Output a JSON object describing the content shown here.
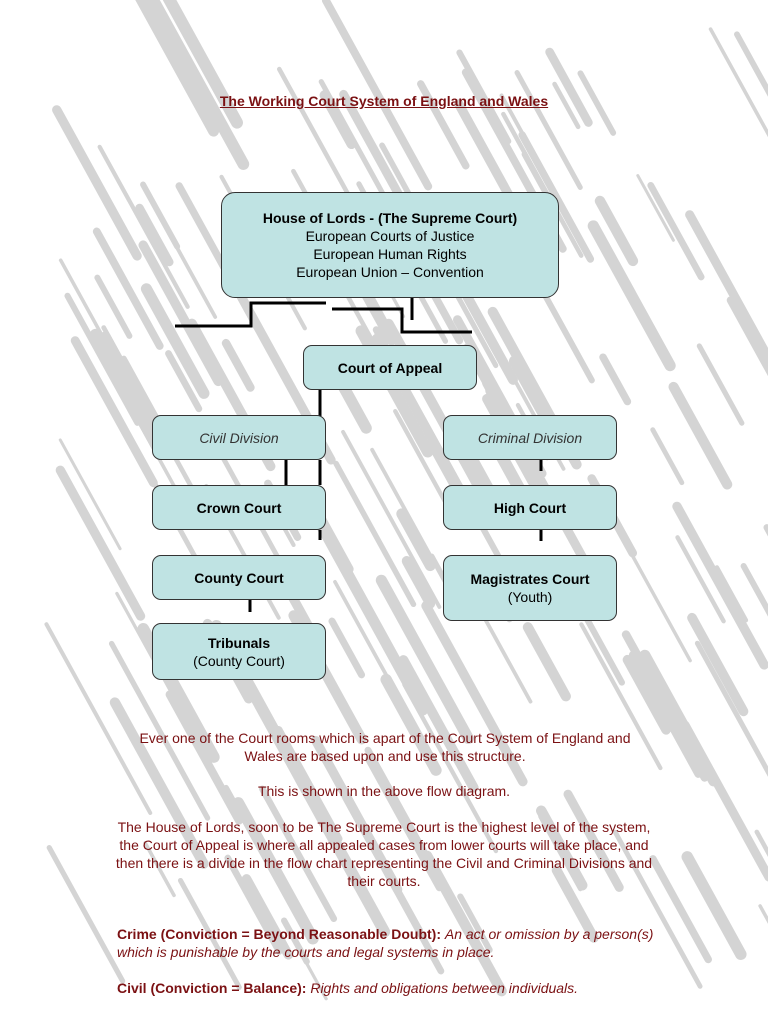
{
  "document": {
    "title": "The Working Court System of England and Wales"
  },
  "diagram": {
    "house_of_lords": {
      "title": "House of Lords - (The Supreme Court)",
      "line1": "European Courts of Justice",
      "line2": "European Human Rights",
      "line3": "European Union – Convention"
    },
    "court_of_appeal": "Court of Appeal",
    "civil_division": "Civil Division",
    "criminal_division": "Criminal Division",
    "crown_court": "Crown Court",
    "high_court": "High Court",
    "county_court": "County Court",
    "magistrates_court": {
      "title": "Magistrates Court",
      "sub": "(Youth)"
    },
    "tribunals": {
      "title": "Tribunals",
      "sub": "(County Court)"
    }
  },
  "body": {
    "para1": "Ever one of the Court rooms which is apart of the Court System of England and Wales are based upon and use this structure.",
    "para2": "This is shown in the above flow diagram.",
    "para3": "The House of Lords, soon to be The Supreme Court is the highest level of the system, the Court of Appeal is where all appealed cases from lower courts will take place, and then there is a divide in the flow chart representing the Civil and Criminal Divisions and their courts."
  },
  "definitions": {
    "crime": {
      "term": "Crime (Conviction = Beyond Reasonable Doubt):",
      "text": "An act or omission by a person(s) which is punishable by the courts and legal systems in place."
    },
    "civil": {
      "term": "Civil (Conviction = Balance):",
      "text": "Rights and obligations between individuals."
    }
  }
}
